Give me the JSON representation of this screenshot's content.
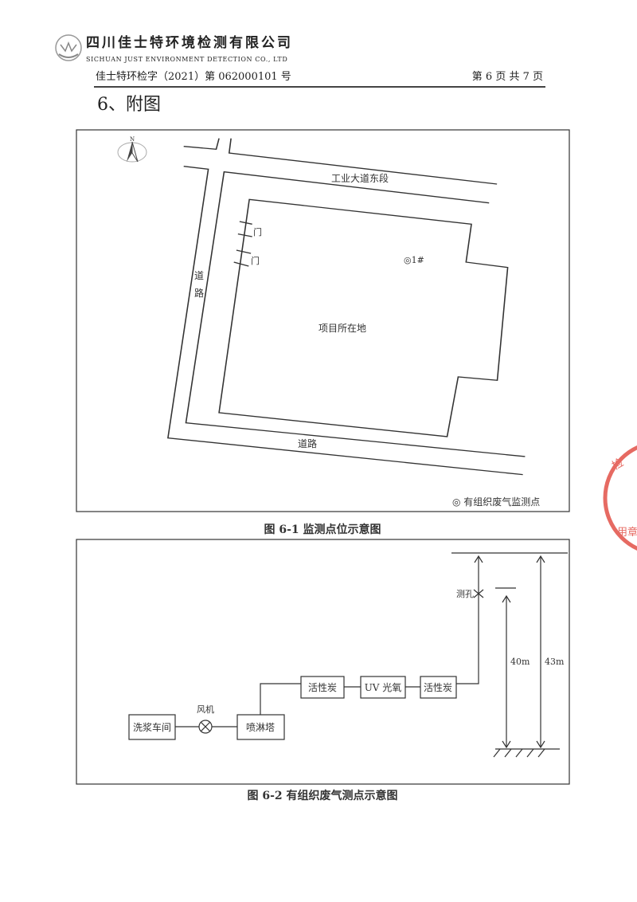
{
  "header": {
    "company_cn": "四川佳士特环境检测有限公司",
    "company_en": "SICHUAN JUST ENVIRONMENT DETECTION CO., LTD",
    "doc_number": "佳士特环检字（2021）第 062000101 号",
    "page_info": "第 6 页 共 7 页"
  },
  "section_title": "6、附图",
  "figure1": {
    "compass": "N",
    "road_north": "工业大道东段",
    "gate1": "门",
    "gate2": "门",
    "road_west_1": "道",
    "road_west_2": "路",
    "monitor_point": "◎1#",
    "project_site": "项目所在地",
    "road_south": "道路",
    "legend": "◎  有组织废气监测点",
    "caption": "图 6-1   监测点位示意图"
  },
  "figure2": {
    "workshop": "洗浆车间",
    "fan": "风机",
    "spray_tower": "喷淋塔",
    "carbon1": "活性炭",
    "uv": "UV 光氧",
    "carbon2": "活性炭",
    "sample_hole": "测孔",
    "height_40": "40m",
    "height_43": "43m",
    "caption": "图 6-2   有组织废气测点示意图"
  },
  "stamp": {
    "text": "检测专用章",
    "color": "#e0463c"
  }
}
